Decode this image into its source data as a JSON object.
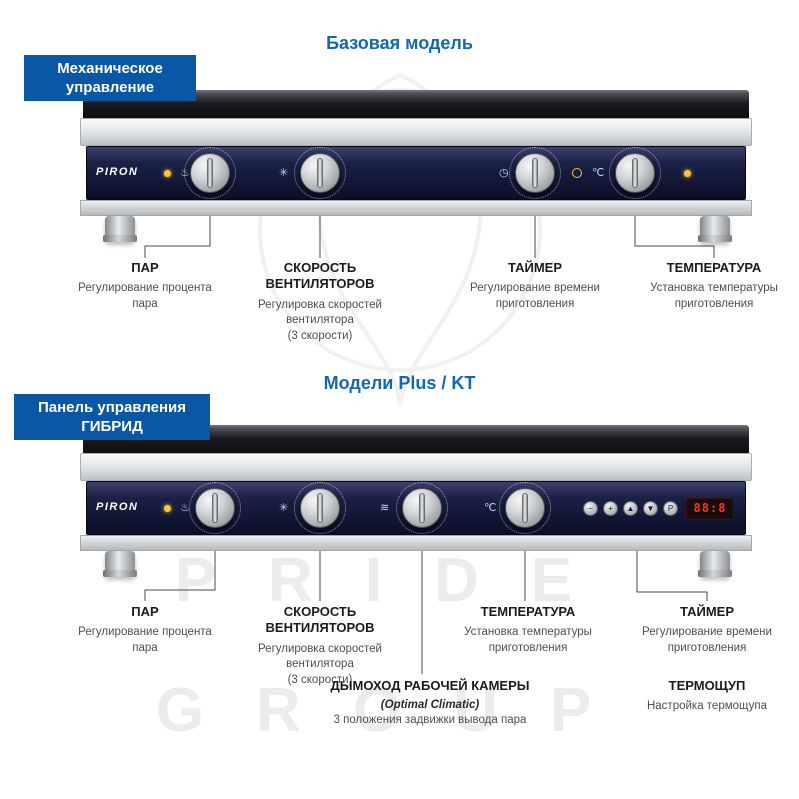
{
  "brand": {
    "logo": "PIRON"
  },
  "icons": {
    "steam": "♨",
    "fan": "✳",
    "clock": "◷",
    "temp": "℃",
    "flue": "≋"
  },
  "watermark": {
    "line1": "PRIDE",
    "line2": "GROUP"
  },
  "basic": {
    "title": "Базовая модель",
    "badge_line1": "Механическое",
    "badge_line2": "управление",
    "callouts": {
      "steam": {
        "title": "ПАР",
        "desc": "Регулирование процента пара"
      },
      "fans": {
        "title": "СКОРОСТЬ ВЕНТИЛЯТОРОВ",
        "desc": "Регулировка скоростей вентилятора",
        "note": "(3 скорости)"
      },
      "timer": {
        "title": "ТАЙМЕР",
        "desc": "Регулирование времени приготовления"
      },
      "temperature": {
        "title": "ТЕМПЕРАТУРА",
        "desc": "Установка температуры приготовления"
      }
    }
  },
  "plus": {
    "title": "Модели Plus / KT",
    "badge_line1": "Панель управления",
    "badge_line2": "ГИБРИД",
    "display_value": "88:8",
    "buttons": [
      "−",
      "+",
      "▲",
      "▼",
      "P"
    ],
    "callouts": {
      "steam": {
        "title": "ПАР",
        "desc": "Регулирование процента пара"
      },
      "fans": {
        "title": "СКОРОСТЬ ВЕНТИЛЯТОРОВ",
        "desc": "Регулировка скоростей вентилятора",
        "note": "(3 скорости)"
      },
      "temperature": {
        "title": "ТЕМПЕРАТУРА",
        "desc": "Установка температуры приготовления"
      },
      "flue": {
        "title": "ДЫМОХОД РАБОЧЕЙ КАМЕРЫ",
        "subtitle": "(Optimal Climatic)",
        "desc": "3 положения задвижки вывода пара"
      },
      "timer": {
        "title": "ТАЙМЕР",
        "desc": "Регулирование времени приготовления"
      },
      "probe": {
        "title": "ТЕРМОЩУП",
        "desc": "Настройка термощупа"
      }
    }
  }
}
